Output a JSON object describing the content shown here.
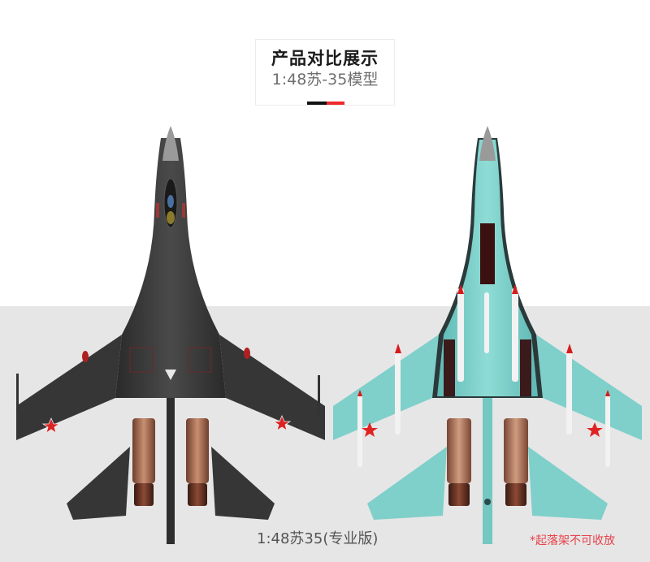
{
  "header": {
    "title": "产品对比展示",
    "subtitle": "1:48苏-35模型"
  },
  "accent_colors": {
    "bar_black": "#111111",
    "bar_red": "#ee2a2a",
    "note_red": "#e8414a"
  },
  "products": [
    {
      "id": "left",
      "caption": "1:48苏35(专业版)",
      "livery": "dark grey",
      "color": "#3a3a3a"
    },
    {
      "id": "right",
      "caption": "*起落架不可收放",
      "livery": "light blue-green",
      "color": "#7fd0cc"
    }
  ],
  "background": {
    "top": "#ffffff",
    "floor": "#e6e6e6"
  }
}
